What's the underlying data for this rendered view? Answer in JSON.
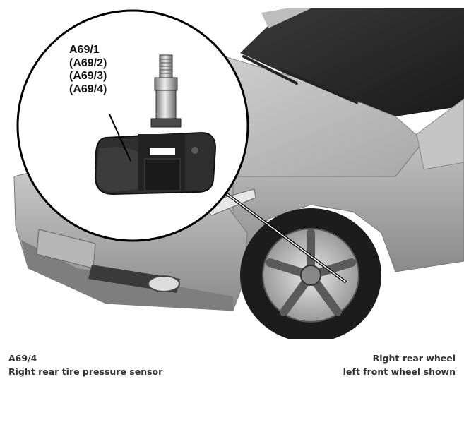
{
  "callout": {
    "labels": [
      "A69/1",
      "(A69/2)",
      "(A69/3)",
      "(A69/4)"
    ]
  },
  "caption_left": {
    "code": "A69/4",
    "description": "Right rear tire pressure sensor"
  },
  "caption_right": {
    "line1": "Right rear wheel",
    "line2": "left front wheel shown"
  },
  "icons": {
    "sensor": "tire-pressure-sensor-icon",
    "car": "car-front-illustration"
  }
}
